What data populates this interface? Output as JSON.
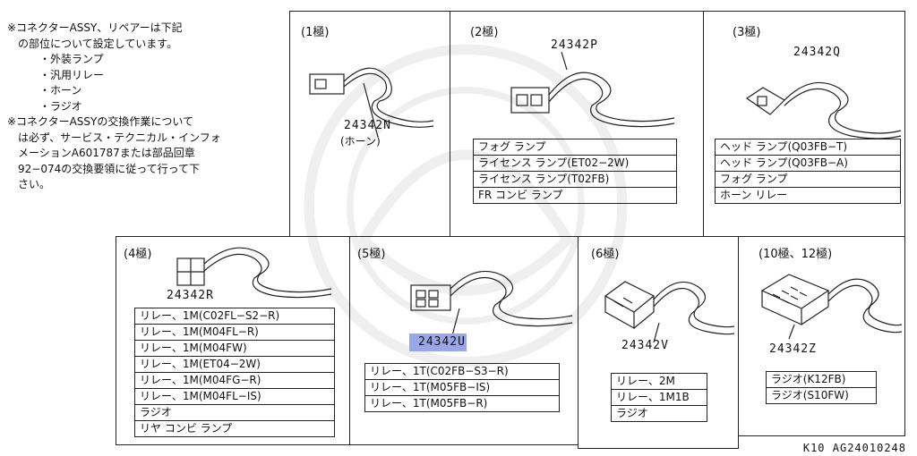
{
  "notes": {
    "lines": [
      "※コネクターASSY、リペアーは下記",
      "　の部位について設定しています。",
      "　　　・外装ランプ",
      "　　　・汎用リレー",
      "　　　・ホーン",
      "　　　・ラジオ",
      "※コネクターASSYの交換作業について",
      "　は必ず、サービス・テクニカル・インフォ",
      "　メーションA601787または部品回章",
      "　92−074の交換要領に従って行って下",
      "　さい。"
    ]
  },
  "cells": [
    {
      "header": "(1極)",
      "part": "24342N",
      "sub": "(ホーン)",
      "rows": []
    },
    {
      "header": "(2極)",
      "part": "24342P",
      "rows": [
        "フォグ ランプ",
        "ライセンス ランプ(ET02−2W)",
        "ライセンス ランプ(T02FB)",
        "FR コンビ ランプ"
      ]
    },
    {
      "header": "(3極)",
      "part": "24342Q",
      "rows": [
        "ヘッド ランプ(Q03FB−T)",
        "ヘッド ランプ(Q03FB−A)",
        "フォグ ランプ",
        "ホーン リレー"
      ]
    },
    {
      "header": "(4極)",
      "part": "24342R",
      "rows": [
        "リレー、1M(C02FL−S2−R)",
        "リレー、1M(M04FL−R)",
        "リレー、1M(M04FW)",
        "リレー、1M(ET04−2W)",
        "リレー、1M(M04FG−R)",
        "リレー、1M(M04FL−IS)",
        "ラジオ",
        "リヤ コンビ ランプ"
      ]
    },
    {
      "header": "(5極)",
      "part": "24342U",
      "rows": [
        "リレー、1T(C02FB−S3−R)",
        "リレー、1T(M05FB−IS)",
        "リレー、1T(M05FB−R)"
      ]
    },
    {
      "header": "(6極)",
      "part": "24342V",
      "rows": [
        "リレー、2M",
        "リレー、1M1B",
        "ラジオ"
      ]
    },
    {
      "header": "(10極、12極)",
      "part": "24342Z",
      "rows": [
        "ラジオ(K12FB)",
        "ラジオ(S10FW)"
      ]
    }
  ],
  "footer": "K10  AG24010248",
  "colors": {
    "line": "#222222",
    "highlight": "#9aa7e6",
    "background": "#ffffff"
  }
}
